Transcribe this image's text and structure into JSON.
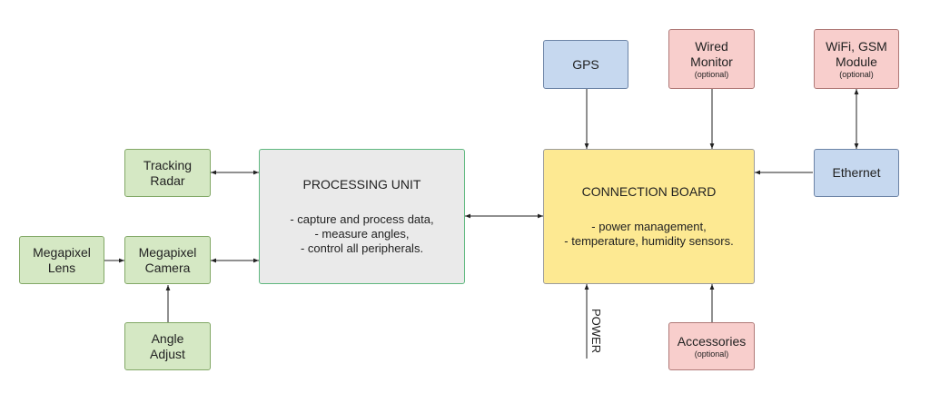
{
  "nodes": {
    "tracking_radar": [
      "Tracking",
      "Radar"
    ],
    "megapixel_lens": [
      "Megapixel",
      "Lens"
    ],
    "megapixel_camera": [
      "Megapixel",
      "Camera"
    ],
    "angle_adjust": [
      "Angle",
      "Adjust"
    ],
    "processing_unit": {
      "title": "PROCESSING UNIT",
      "lines": [
        "- capture and process data,",
        "- measure angles,",
        "- control all peripherals."
      ]
    },
    "connection_board": {
      "title": "CONNECTION BOARD",
      "lines": [
        "- power management,",
        "- temperature, humidity sensors."
      ]
    },
    "gps": "GPS",
    "wired_monitor": {
      "lines": [
        "Wired",
        "Monitor"
      ],
      "note": "(optional)"
    },
    "wifi_gsm": {
      "lines": [
        "WiFi, GSM",
        "Module"
      ],
      "note": "(optional)"
    },
    "ethernet": "Ethernet",
    "accessories": {
      "lines": [
        "Accessories"
      ],
      "note": "(optional)"
    },
    "power": "POWER"
  },
  "colors": {
    "green": "#d5e8c4",
    "blue": "#c6d8ef",
    "red": "#f8cecc",
    "grey": "#eaeaea",
    "yellow": "#fde992",
    "edge": "#222222"
  }
}
